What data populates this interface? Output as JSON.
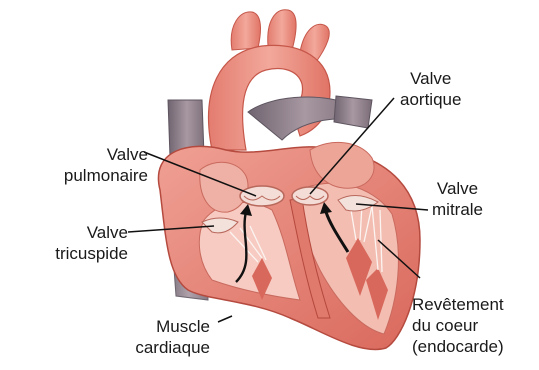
{
  "colors": {
    "muscle": "#e8857a",
    "muscle_dark": "#c9584c",
    "muscle_light": "#f4b2a6",
    "inner": "#f6c6bd",
    "vessel_red": "#e98e80",
    "vein_gray": "#8c7b86",
    "valve": "#f4e6e0",
    "arrow": "#111111",
    "line": "#111111"
  },
  "labels": {
    "valve_aortic": [
      "Valve",
      "aortique"
    ],
    "valve_pulmonary": [
      "Valve",
      "pulmonaire"
    ],
    "valve_mitral": [
      "Valve",
      "mitrale"
    ],
    "valve_tricuspid": [
      "Valve",
      "tricuspide"
    ],
    "muscle": [
      "Muscle",
      "cardiaque"
    ],
    "endocardium": [
      "Revêtement",
      "du coeur",
      "(endocarde)"
    ]
  }
}
